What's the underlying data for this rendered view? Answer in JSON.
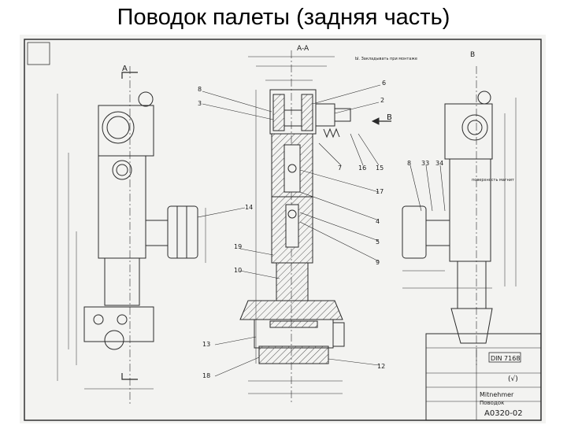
{
  "slide": {
    "title": "Поводок палеты (задняя часть)"
  },
  "drawing": {
    "views": {
      "front": "A",
      "section": "A-A",
      "side": "B"
    },
    "arrow_label": "B",
    "callouts": [
      "8",
      "3",
      "6",
      "2",
      "7",
      "16",
      "15",
      "17",
      "4",
      "5",
      "9",
      "19",
      "10",
      "13",
      "18",
      "12",
      "14",
      "8",
      "33",
      "34"
    ],
    "note_top": "Ы. Закладывать при монтаже",
    "note_side": "поверхность магнит",
    "titleblock": {
      "standard": "DIN 7168",
      "name": "Mitnehmer",
      "name_ru": "Поводок",
      "number": "A0320-02",
      "tolerance": "(√)"
    }
  },
  "colors": {
    "line": "#2b2b2b",
    "paper": "#f3f3f1",
    "hatch": "#555555"
  }
}
